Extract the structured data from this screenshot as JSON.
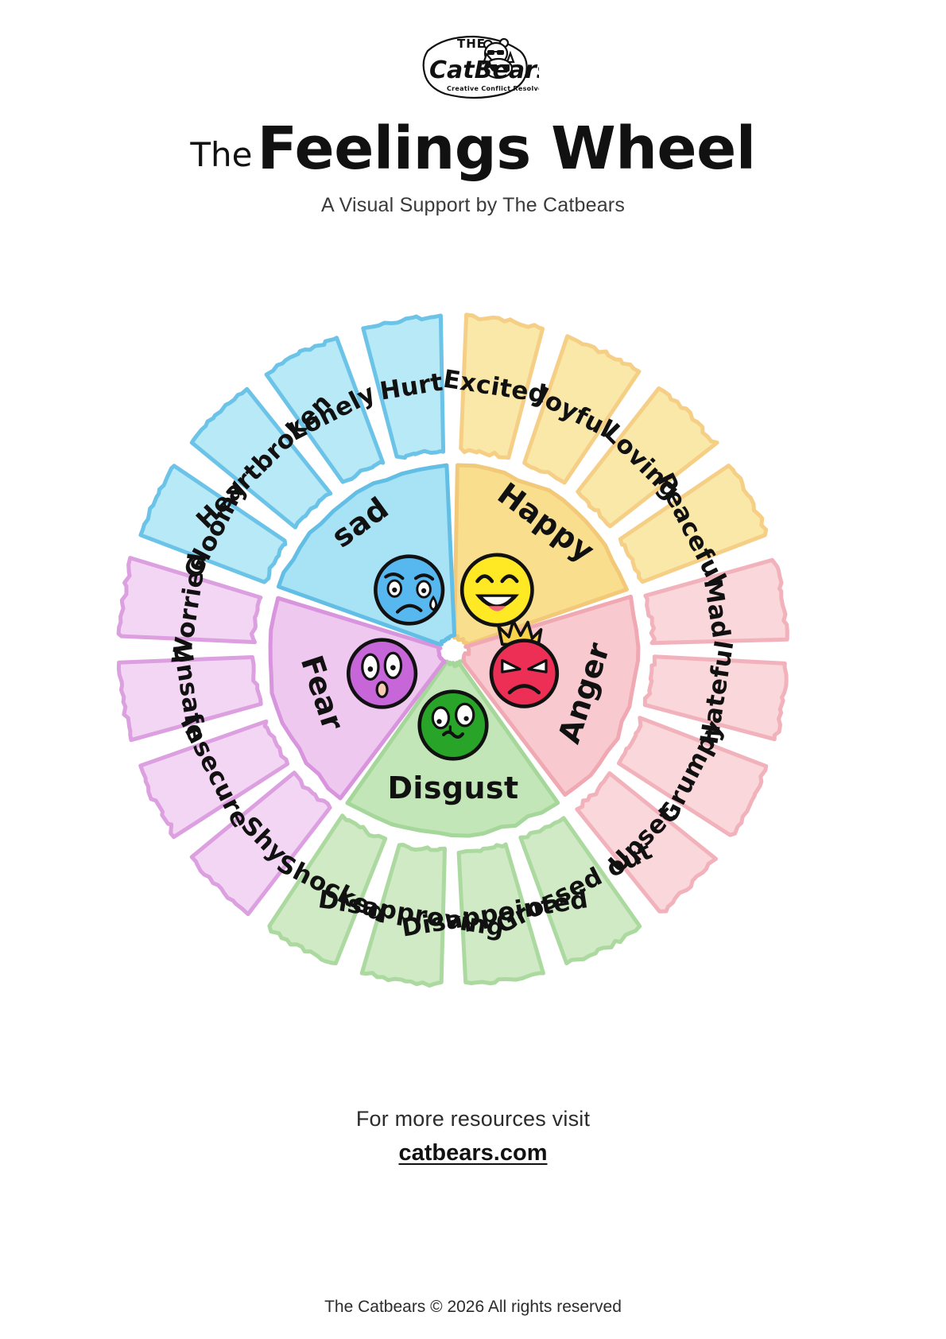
{
  "brand": {
    "logo_top_word": "THE",
    "logo_name": "CatBears",
    "logo_tagline": "Creative Conflict Resolvers"
  },
  "header": {
    "title_small": "The",
    "title_main": "Feelings Wheel",
    "subtitle": "A Visual Support by The Catbears"
  },
  "footer": {
    "cta": "For more resources visit",
    "site": "catbears.com",
    "copyright": "The Catbears © 2026 All rights reserved"
  },
  "chart_data": {
    "type": "pie",
    "title": "The Feelings Wheel",
    "subtitle": "A Visual Support by The Catbears",
    "description": "Radial emotion wheel: 5 core emotions in the inner ring, each with 4 related feelings in the outer ring.",
    "legend_position": "none",
    "grid": false,
    "core_count": 5,
    "petals_per_core": 4,
    "groups": [
      {
        "core": "Happy",
        "emoji": "laughing-face",
        "fill": "#F8DE8D",
        "stroke": "#F2C879",
        "petal_fill": "#FAE8A8",
        "petal_stroke": "#F5CF86",
        "start_angle": -90,
        "end_angle": -18,
        "petals": [
          "Excited",
          "Joyful",
          "Loving",
          "Peaceful"
        ]
      },
      {
        "core": "Anger",
        "emoji": "angry-flame-face",
        "fill": "#F8CAD0",
        "stroke": "#F0A8B2",
        "petal_fill": "#F9D7DA",
        "petal_stroke": "#F2B2BB",
        "start_angle": -18,
        "end_angle": 54,
        "petals": [
          "Mad",
          "Hateful",
          "Grumpy",
          "Upset"
        ]
      },
      {
        "core": "Disgust",
        "emoji": "queasy-green-face",
        "fill": "#C3E6B8",
        "stroke": "#A5D69A",
        "petal_fill": "#CFEAC4",
        "petal_stroke": "#ABD9A0",
        "start_angle": 54,
        "end_angle": 126,
        "petals": [
          "Grossed out",
          "Disappointed",
          "Disapproving",
          "Shocked"
        ]
      },
      {
        "core": "Fear",
        "emoji": "surprised-purple-face",
        "fill": "#EFC8F0",
        "stroke": "#D894DD",
        "petal_fill": "#F3D6F4",
        "petal_stroke": "#DC9FE0",
        "start_angle": 126,
        "end_angle": 198,
        "petals": [
          "Shy",
          "Insecure",
          "Unsafe",
          "Worried"
        ]
      },
      {
        "core": "sad",
        "emoji": "crying-blue-face",
        "fill": "#A8E2F5",
        "stroke": "#63BEE6",
        "petal_fill": "#B7E9F7",
        "petal_stroke": "#6CC3E8",
        "start_angle": 198,
        "end_angle": 270,
        "petals": [
          "Gloomy",
          "Heartbroken",
          "Lonely",
          "Hurt"
        ]
      }
    ]
  }
}
